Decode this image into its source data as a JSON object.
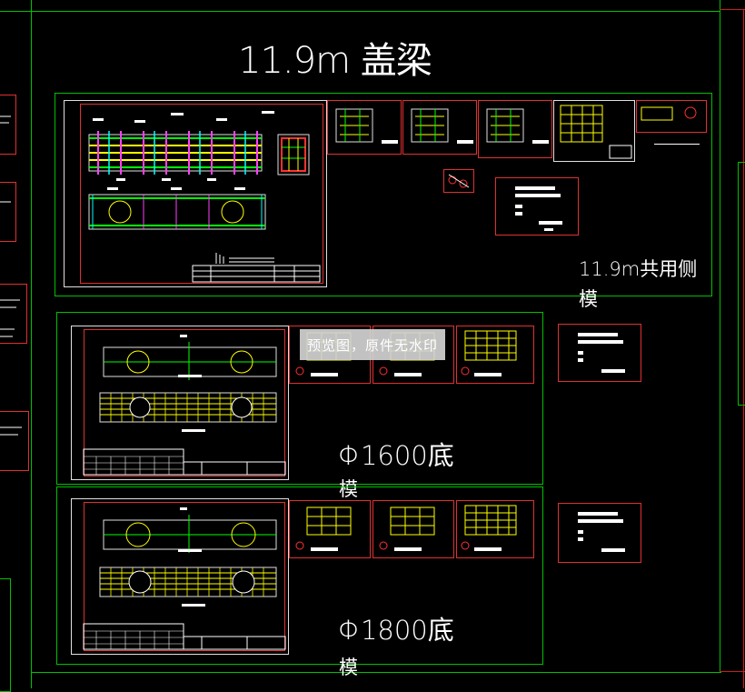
{
  "titles": {
    "main": "11.9m 盖梁",
    "side_form": "11.9m共用侧",
    "side_form_cont": "模",
    "d1600": "Φ1600底",
    "d1600_cont": "模",
    "d1800": "Φ1800底",
    "d1800_cont": "模"
  },
  "watermark": "预览图，原件无水印",
  "colors": {
    "background": "#000000",
    "frame_green": "#00c000",
    "frame_red": "#e03030",
    "frame_white": "#e0e0e0",
    "text": "#ffffff"
  }
}
